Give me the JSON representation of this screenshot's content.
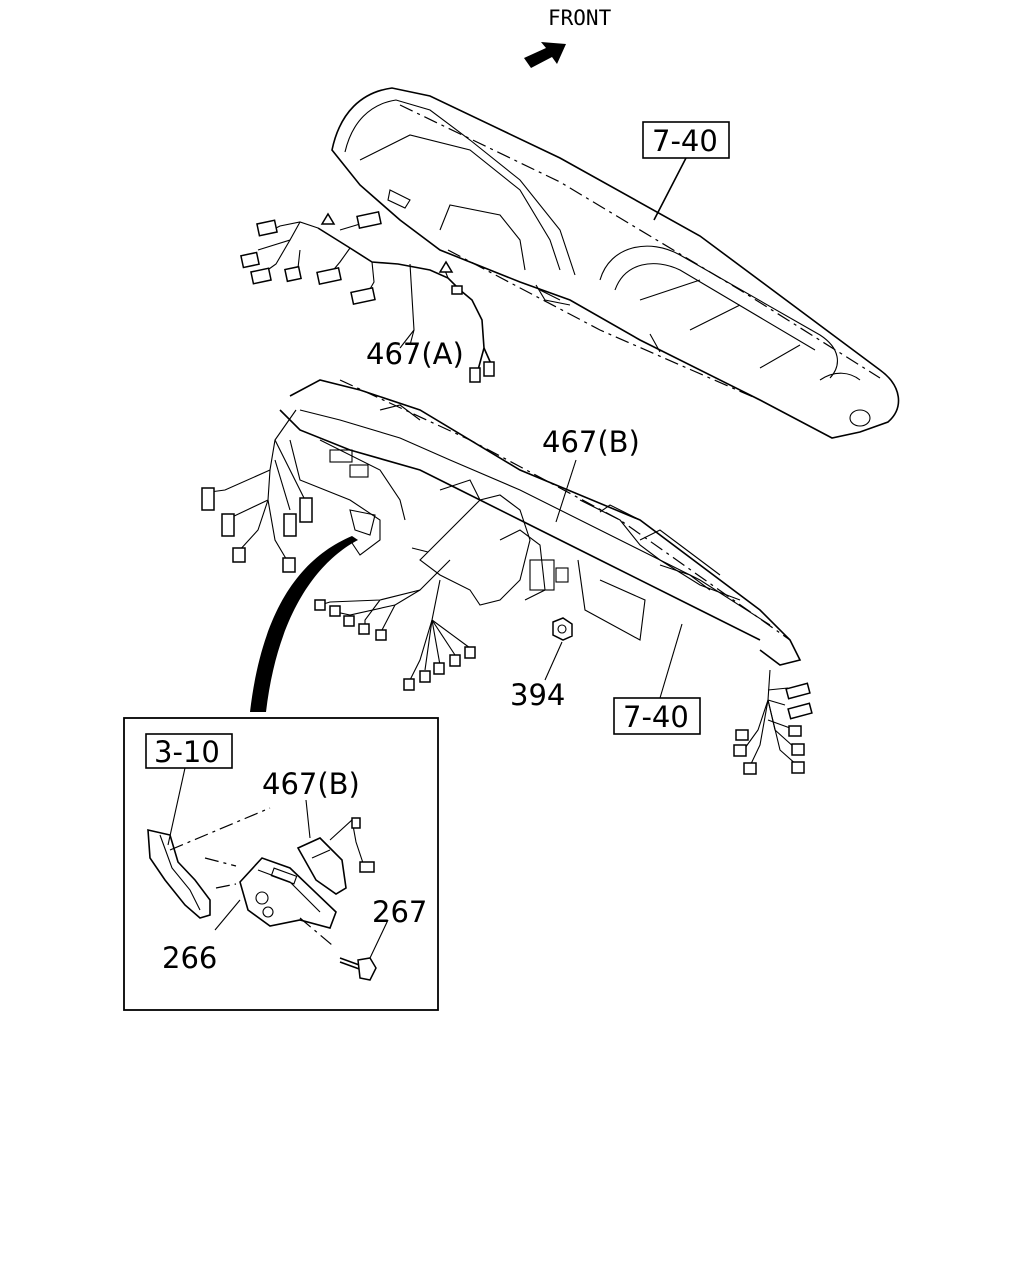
{
  "front_label": "FRONT",
  "refs": {
    "upper_panel": "7-40",
    "lower_panel": "7-40",
    "inset": "3-10"
  },
  "parts": {
    "harness_a": "467(A)",
    "harness_b": "467(B)",
    "harness_b_inset": "467(B)",
    "nut": "394",
    "module": "266",
    "bolt": "267"
  },
  "colors": {
    "line": "#000000",
    "background": "#ffffff"
  }
}
